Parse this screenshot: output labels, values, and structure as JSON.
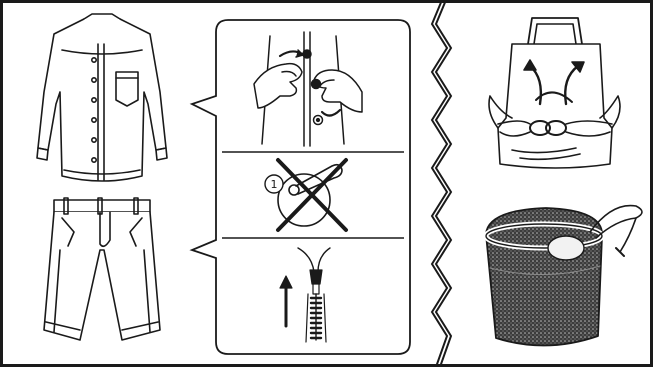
{
  "panels": {
    "left": {
      "items": [
        "shirt",
        "trousers"
      ]
    },
    "middle": {
      "instructions": [
        {
          "icon": "fasten-buttons-icon"
        },
        {
          "icon": "no-safety-pin-icon",
          "badge_text": "1"
        },
        {
          "icon": "close-zipper-icon"
        }
      ]
    },
    "right": {
      "items": [
        "apron-tie-straps-icon",
        "mesh-laundry-bag-icon"
      ]
    }
  },
  "colors": {
    "ink": "#1a1a1a",
    "paper": "#ffffff",
    "mesh": "#4a4a4a"
  }
}
